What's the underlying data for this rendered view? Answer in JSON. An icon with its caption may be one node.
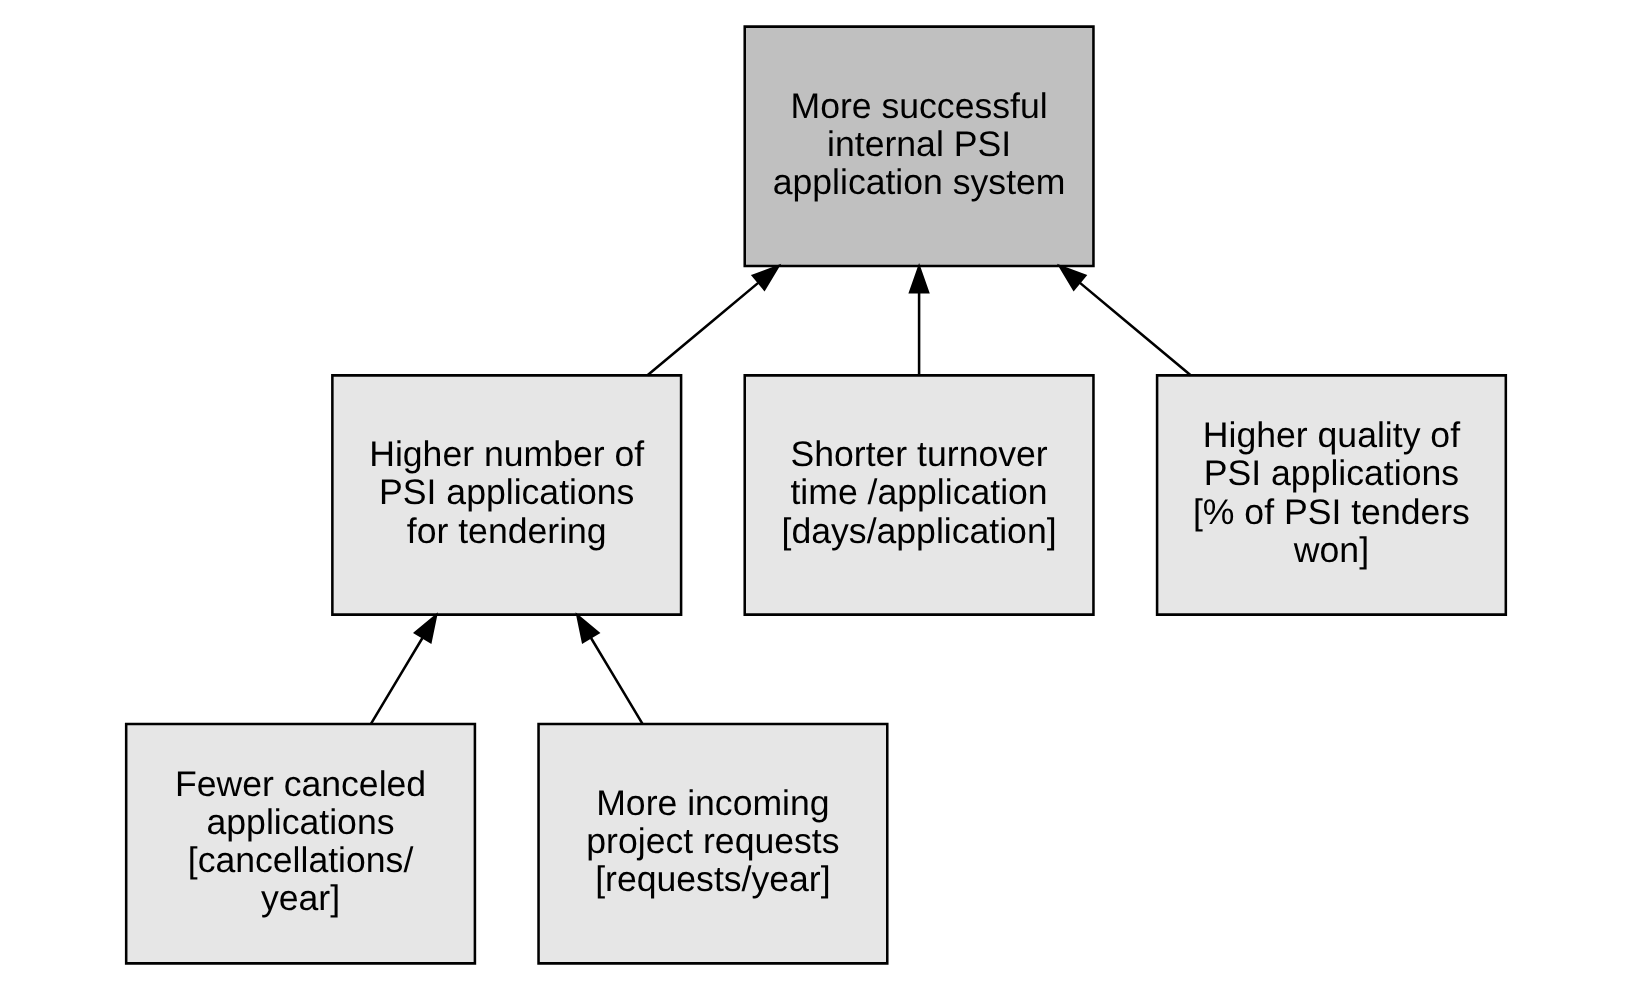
{
  "diagram": {
    "nodes": [
      {
        "text": [
          "More successful internal PSI application system"
        ]
      },
      {
        "text": [
          "Higher number of PSI applications for tendering"
        ]
      },
      {
        "text": [
          "Shorter turnover time /application [days/application]"
        ]
      },
      {
        "text": [
          "Higher quality of PSI applications [% of PSI tenders won]"
        ]
      },
      {
        "text": [
          "Fewer canceled applications [cancellations/ year]"
        ]
      },
      {
        "text": [
          "More incoming project requests [requests/year]"
        ]
      }
    ],
    "edges": [
      {
        "from": 1,
        "to": 0,
        "arrow": "to"
      },
      {
        "from": 2,
        "to": 0,
        "arrow": "to"
      },
      {
        "from": 3,
        "to": 0,
        "arrow": "to"
      },
      {
        "from": 4,
        "to": 1,
        "arrow": "to"
      },
      {
        "from": 5,
        "to": 1,
        "arrow": "to"
      }
    ]
  }
}
